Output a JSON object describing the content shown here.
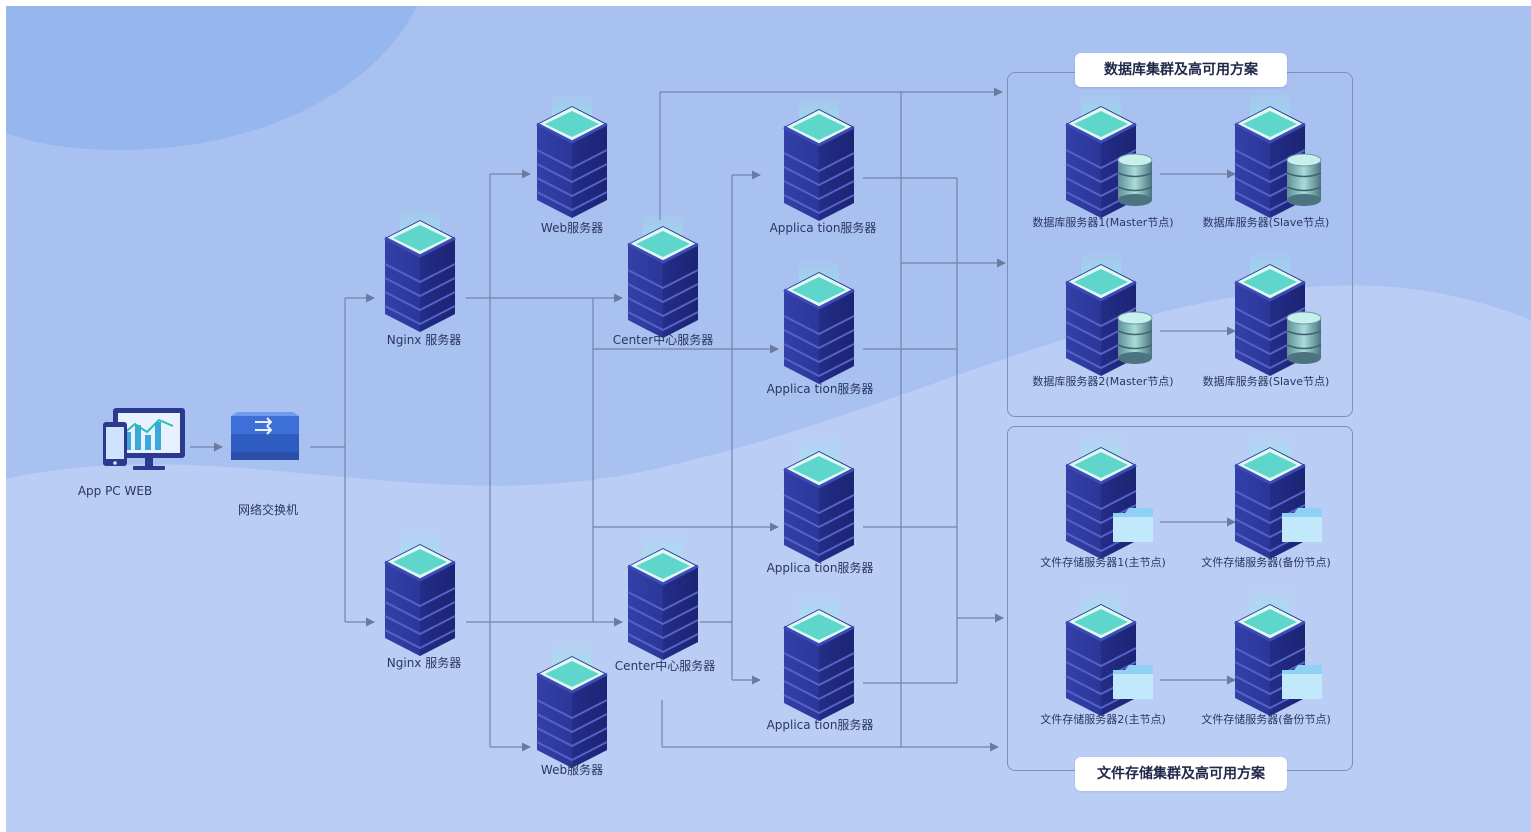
{
  "client": {
    "label": "App PC WEB"
  },
  "switch": {
    "label": "网络交换机"
  },
  "nginx": [
    {
      "label": "Nginx 服务器"
    },
    {
      "label": "Nginx 服务器"
    }
  ],
  "web": [
    {
      "label": "Web服务器"
    },
    {
      "label": "Web服务器"
    }
  ],
  "center": [
    {
      "label": "Center中心服务器"
    },
    {
      "label": "Center中心服务器"
    }
  ],
  "application": [
    {
      "label": "Applica tion服务器"
    },
    {
      "label": "Applica tion服务器"
    },
    {
      "label": "Applica tion服务器"
    },
    {
      "label": "Applica tion服务器"
    }
  ],
  "db_cluster": {
    "title": "数据库集群及高可用方案",
    "nodes": [
      {
        "label": "数据库服务器1(Master节点)"
      },
      {
        "label": "数据库服务器(Slave节点)"
      },
      {
        "label": "数据库服务器2(Master节点)"
      },
      {
        "label": "数据库服务器(Slave节点)"
      }
    ]
  },
  "file_cluster": {
    "title": "文件存储集群及高可用方案",
    "nodes": [
      {
        "label": "文件存储服务器1(主节点)"
      },
      {
        "label": "文件存储服务器(备份节点)"
      },
      {
        "label": "文件存储服务器2(主节点)"
      },
      {
        "label": "文件存储服务器(备份节点)"
      }
    ]
  },
  "colors": {
    "background": "#a9c1f0",
    "line": "#7582a6",
    "server_body": "#2c3a9c",
    "server_top": "#7ee6dc"
  }
}
